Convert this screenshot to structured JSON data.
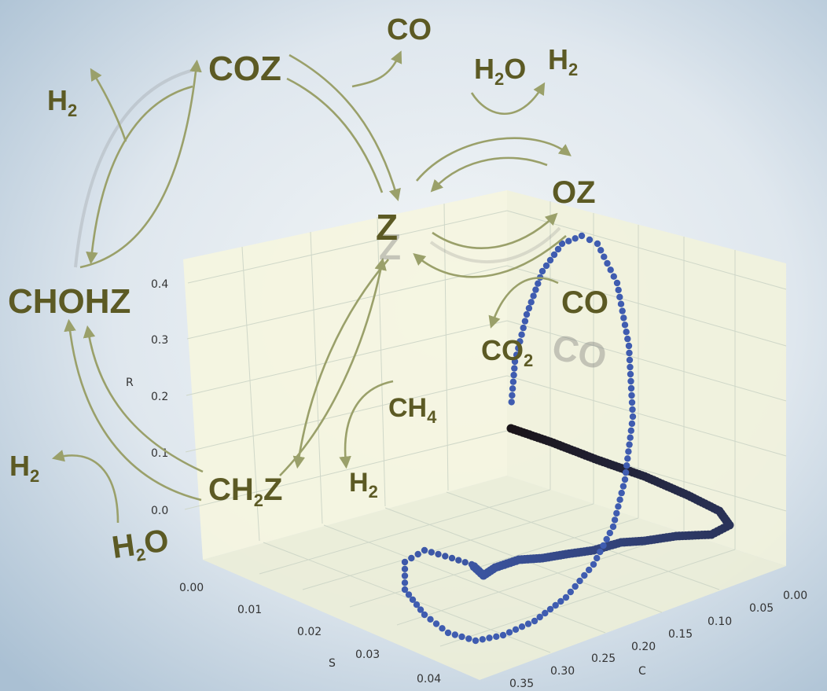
{
  "scheme": {
    "species": {
      "coz": "COZ",
      "co_top": "CO",
      "h2o_top": "H",
      "h2o_top_sub": "2",
      "h2o_top_o": "O",
      "h2_top_right": "H",
      "h2_top_right_sub": "2",
      "h2_left_top": "H",
      "h2_left_top_sub": "2",
      "z": "Z",
      "oz": "OZ",
      "chohz": "CHOHZ",
      "co_mid": "CO",
      "co2": "CO",
      "co2_sub": "2",
      "ch4": "CH",
      "ch4_sub": "4",
      "ch2z": "CH",
      "ch2z_sub": "2",
      "ch2z_z": "Z",
      "h2_mid": "H",
      "h2_mid_sub": "2",
      "h2_left_bottom": "H",
      "h2_left_bottom_sub": "2",
      "h2o_bottom": "H",
      "h2o_bottom_sub": "2",
      "h2o_bottom_o": "O",
      "co_shadow": "CO"
    }
  },
  "plot3d": {
    "axes": {
      "r": {
        "label": "R",
        "ticks": [
          "0.0",
          "0.1",
          "0.2",
          "0.3",
          "0.4"
        ]
      },
      "s": {
        "label": "S",
        "ticks": [
          "0.00",
          "0.01",
          "0.02",
          "0.03",
          "0.04"
        ]
      },
      "c": {
        "label": "C",
        "ticks": [
          "0.00",
          "0.05",
          "0.10",
          "0.15",
          "0.20",
          "0.25",
          "0.30",
          "0.35"
        ]
      }
    },
    "colors": {
      "trajectory_start": "#1a1418",
      "trajectory_end": "#3f5cb0",
      "arrows": "#9aa06a",
      "text": "#5c5a24"
    }
  }
}
